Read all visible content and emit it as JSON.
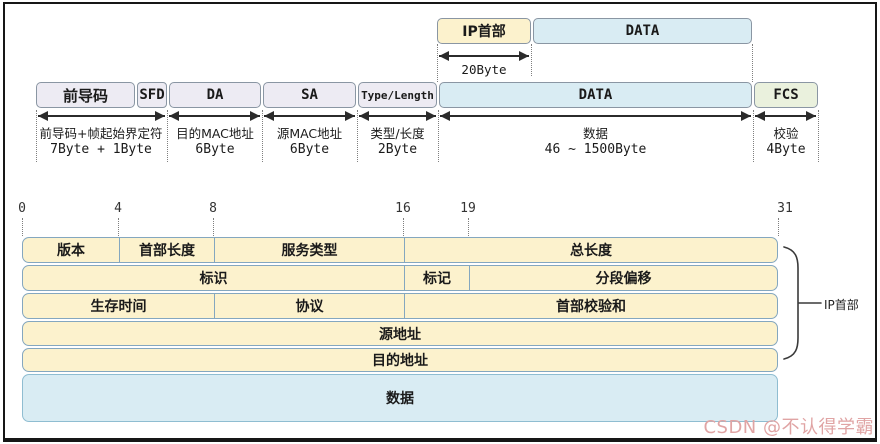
{
  "encap": {
    "ip_box": "IP首部",
    "ip_data_box": "DATA",
    "ip_arrow_label": "20Byte",
    "fields": [
      "前导码",
      "SFD",
      "DA",
      "SA",
      "Type/Length",
      "DATA",
      "FCS"
    ],
    "notes": [
      {
        "l1": "前导码+帧起始界定符",
        "l2": "7Byte + 1Byte"
      },
      {
        "l1": "目的MAC地址",
        "l2": "6Byte"
      },
      {
        "l1": "源MAC地址",
        "l2": "6Byte"
      },
      {
        "l1": "类型/长度",
        "l2": "2Byte"
      },
      {
        "l1": "数据",
        "l2": "46 ~ 1500Byte"
      },
      {
        "l1": "校验",
        "l2": "4Byte"
      }
    ]
  },
  "ip_table": {
    "ruler": [
      "0",
      "4",
      "8",
      "16",
      "19",
      "31"
    ],
    "rows": [
      [
        "版本",
        "首部长度",
        "服务类型",
        "总长度"
      ],
      [
        "标识",
        "标记",
        "分段偏移"
      ],
      [
        "生存时间",
        "协议",
        "首部校验和"
      ],
      [
        "源地址"
      ],
      [
        "目的地址"
      ],
      [
        "数据"
      ]
    ],
    "brace_label": "IP首部"
  },
  "watermark": "CSDN @不认得学霸",
  "colors": {
    "frame_field_fill": "#edebf3",
    "data_fill": "#d9ecf3",
    "fcs_fill": "#eaf1dd",
    "ip_header_fill": "#fcf2cd",
    "table_border": "#84a7bf",
    "watermark_text": "#e0a4a4"
  }
}
